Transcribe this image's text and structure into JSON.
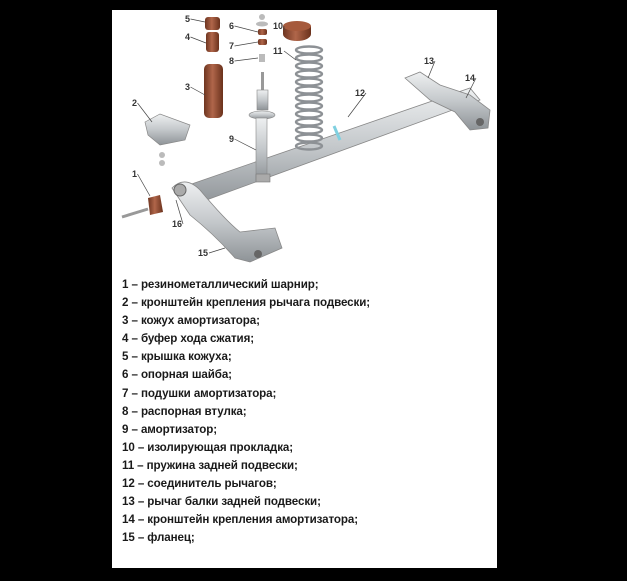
{
  "diagram": {
    "title_labels": [
      "1",
      "2",
      "3",
      "4",
      "5",
      "6",
      "7",
      "8",
      "9",
      "10",
      "11",
      "12",
      "13",
      "14",
      "15",
      "16"
    ],
    "colors": {
      "background": "#000000",
      "panel": "#ffffff",
      "metal": "#c9cccf",
      "rubber": "#8a4a2e",
      "accent_band": "#7fd0e0"
    }
  },
  "legend": [
    "1 – резинометаллический шарнир;",
    "2 – кронштейн крепления рычага подвески;",
    "3 – кожух амортизатора;",
    "4 – буфер хода сжатия;",
    "5 – крышка кожуха;",
    "6 – опорная шайба;",
    "7 – подушки амортизатора;",
    "8 – распорная втулка;",
    "9 – амортизатор;",
    "10 – изолирующая прокладка;",
    "11 – пружина задней подвески;",
    "12 – соединитель рычагов;",
    "13 – рычаг балки задней подвески;",
    "14 – кронштейн крепления амортизатора;",
    "15 – фланец;"
  ]
}
